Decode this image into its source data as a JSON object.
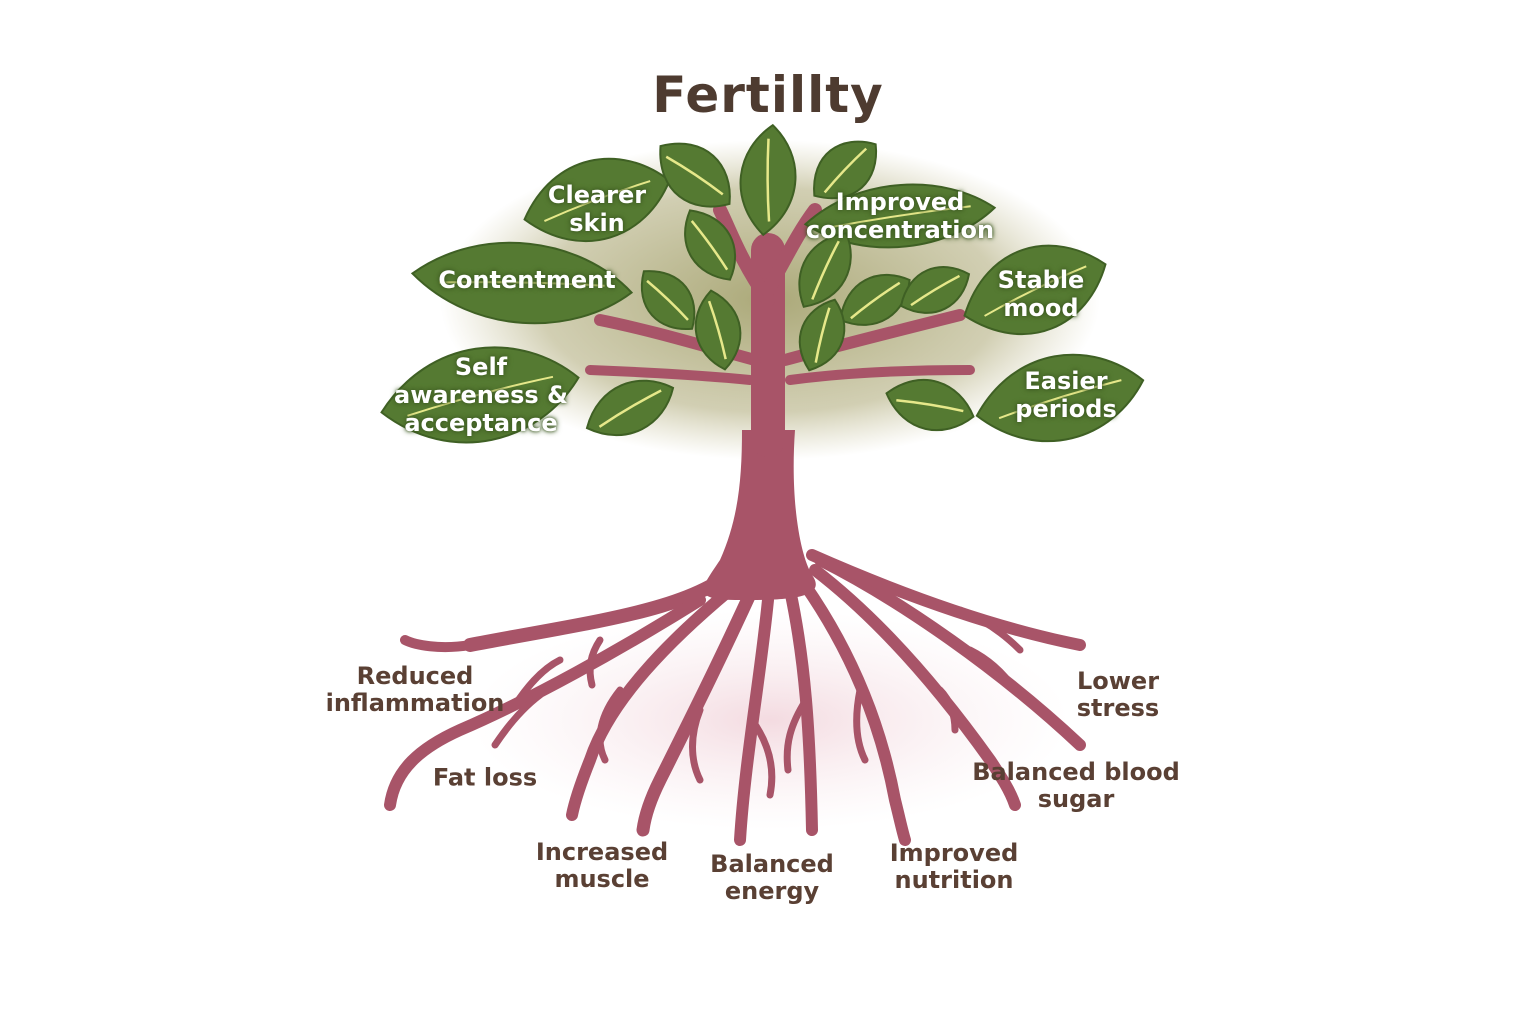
{
  "title": "Fertillty",
  "leaves": [
    {
      "id": "clearer-skin",
      "label": "Clearer\nskin"
    },
    {
      "id": "contentment",
      "label": "Contentment"
    },
    {
      "id": "self-awareness",
      "label": "Self\nawareness &\nacceptance"
    },
    {
      "id": "improved-concentration",
      "label": "Improved\nconcentration"
    },
    {
      "id": "stable-mood",
      "label": "Stable\nmood"
    },
    {
      "id": "easier-periods",
      "label": "Easier\nperiods"
    }
  ],
  "roots": [
    {
      "id": "reduced-inflammation",
      "label": "Reduced\ninflammation"
    },
    {
      "id": "fat-loss",
      "label": "Fat loss"
    },
    {
      "id": "increased-muscle",
      "label": "Increased\nmuscle"
    },
    {
      "id": "balanced-energy",
      "label": "Balanced\nenergy"
    },
    {
      "id": "improved-nutrition",
      "label": "Improved\nnutrition"
    },
    {
      "id": "balanced-blood-sugar",
      "label": "Balanced blood\nsugar"
    },
    {
      "id": "lower-stress",
      "label": "Lower\nstress"
    }
  ],
  "colors": {
    "trunk": "#a85468",
    "leaf": "#557a32",
    "leaf_dark": "#3f6024",
    "vein": "#e6e88a",
    "canopy_glow": "#8a8a4a",
    "root_glow": "#f3d6dc",
    "title": "#4e3b30",
    "root_text": "#5a4034"
  },
  "icons": [
    "tree-icon",
    "leaf-icon",
    "root-icon"
  ]
}
